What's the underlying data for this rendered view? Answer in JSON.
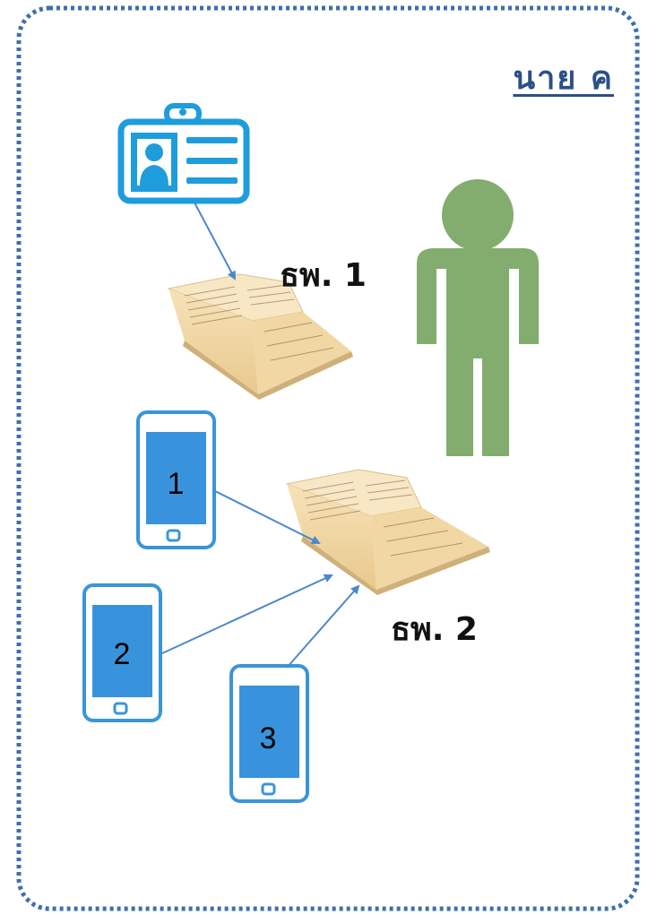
{
  "title": "นาย ค",
  "hospitals": [
    {
      "label": "ธพ. 1"
    },
    {
      "label": "ธพ. 2"
    }
  ],
  "phones": [
    {
      "number": "1"
    },
    {
      "number": "2"
    },
    {
      "number": "3"
    }
  ],
  "colors": {
    "border": "#3f6fae",
    "person": "#82ad6e",
    "phone_frame": "#3a95d8",
    "phone_screen": "#3993dc",
    "id_card": "#1e9ddc",
    "arrow": "#4a88cc",
    "passbook": "#f0d6a4"
  }
}
